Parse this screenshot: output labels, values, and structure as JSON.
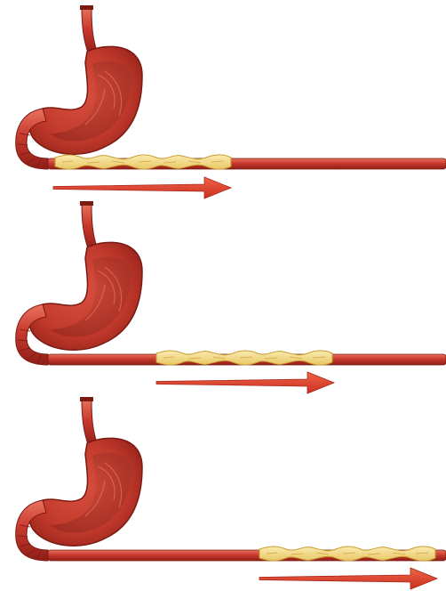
{
  "figure": {
    "panel_count": 3,
    "panels": [
      {
        "id": "panel-1",
        "stage": 1,
        "food_bolus_position": "start",
        "arrow": "right"
      },
      {
        "id": "panel-2",
        "stage": 2,
        "food_bolus_position": "middle",
        "arrow": "right"
      },
      {
        "id": "panel-3",
        "stage": 3,
        "food_bolus_position": "end",
        "arrow": "right"
      }
    ]
  },
  "colors": {
    "tissue": "#C93A2E",
    "tissue_dark": "#8E1E17",
    "tissue_highlight": "#E9735F",
    "stomach_inner": "#B73328",
    "bolus_fill": "#F3DB86",
    "bolus_edge": "#D3A93A",
    "arrow": "#E2442A",
    "background": "#FFFFFF"
  }
}
